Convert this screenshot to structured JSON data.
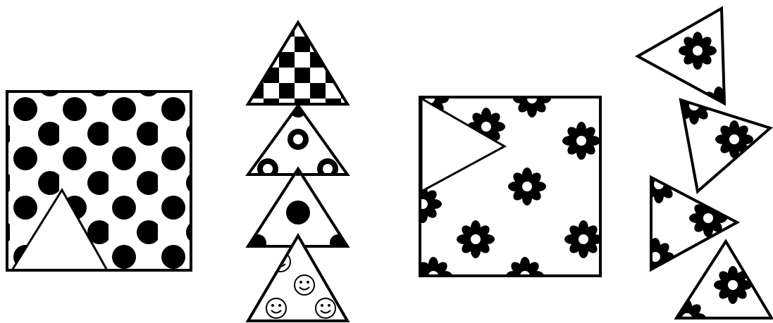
{
  "figure": {
    "background": "#ffffff",
    "ink": "#000000",
    "panels": [
      {
        "id": "polka-dot-puzzle",
        "square_pattern": "polka-dots",
        "cut_shape": "triangle",
        "options": [
          "checkerboard-triangle",
          "ring-dots-triangle",
          "single-dot-triangle",
          "smiley-triangle"
        ]
      },
      {
        "id": "flower-puzzle",
        "square_pattern": "flowers",
        "cut_shape": "triangle",
        "options": [
          "flower-triangle-1",
          "flower-triangle-2",
          "flower-triangle-3",
          "flower-triangle-4"
        ]
      }
    ]
  }
}
